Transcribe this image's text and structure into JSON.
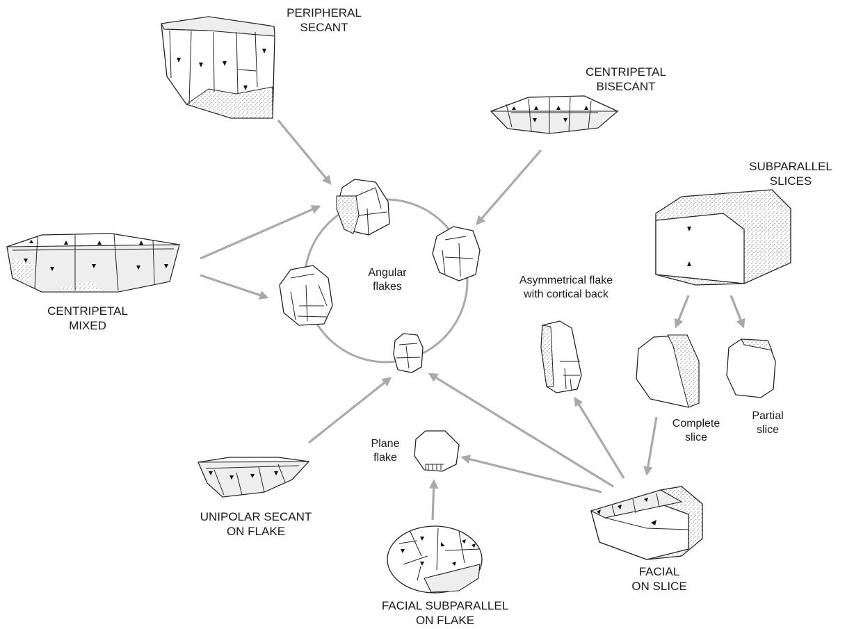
{
  "labels": {
    "peripheral_secant": [
      "PERIPHERAL",
      "SECANT"
    ],
    "centripetal_bisecant": [
      "CENTRIPETAL",
      "BISECANT"
    ],
    "subparallel_slices": [
      "SUBPARALLEL",
      "SLICES"
    ],
    "centripetal_mixed": [
      "CENTRIPETAL",
      "MIXED"
    ],
    "angular_flakes": [
      "Angular",
      "flakes"
    ],
    "asymmetrical_flake": [
      "Asymmetrical flake",
      "with cortical back"
    ],
    "complete_slice": [
      "Complete",
      "slice"
    ],
    "partial_slice": [
      "Partial",
      "slice"
    ],
    "plane_flake": [
      "Plane",
      "flake"
    ],
    "unipolar_secant": [
      "UNIPOLAR SECANT",
      "ON FLAKE"
    ],
    "facial_on_slice": [
      "FACIAL",
      "ON SLICE"
    ],
    "facial_subparallel": [
      "FACIAL SUBPARALLEL",
      "ON FLAKE"
    ]
  },
  "colors": {
    "arrow": "#a9a9a9",
    "outline": "#222222",
    "scar_face": "#eeeeee",
    "cortex": "#dcdcdc"
  }
}
